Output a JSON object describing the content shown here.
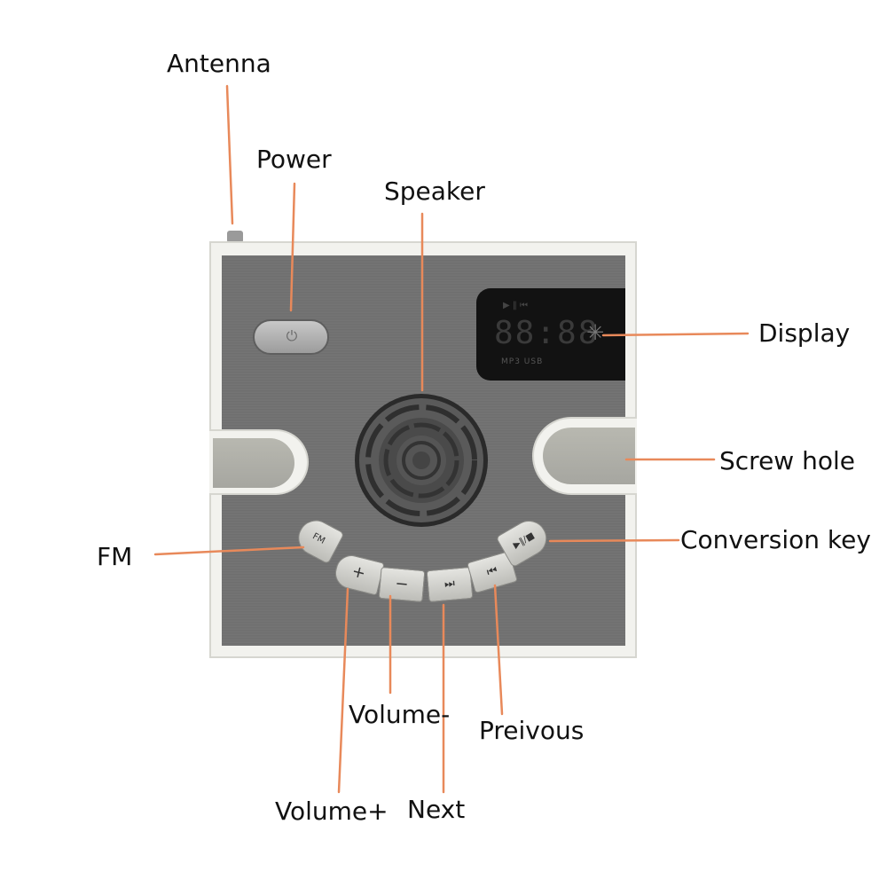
{
  "labels": {
    "antenna": "Antenna",
    "power": "Power",
    "speaker": "Speaker",
    "display": "Display",
    "screw_hole": "Screw hole",
    "fm": "FM",
    "conversion_key": "Conversion key",
    "volume_minus": "Volume-",
    "preivous": "Preivous",
    "volume_plus": "Volume+",
    "next": "Next"
  },
  "device": {
    "display_digits": "88:88",
    "display_small": "MP3 USB",
    "display_icons": "▶ ‖ ⏮",
    "buttons": {
      "fm": "FM",
      "vol_plus": "+",
      "vol_minus": "−",
      "next": "⏭",
      "prev": "⏮",
      "play": "▶‖/■"
    }
  },
  "colors": {
    "leader_line": "#e8895a",
    "panel": "#727272",
    "frame": "#f2f2ee"
  }
}
